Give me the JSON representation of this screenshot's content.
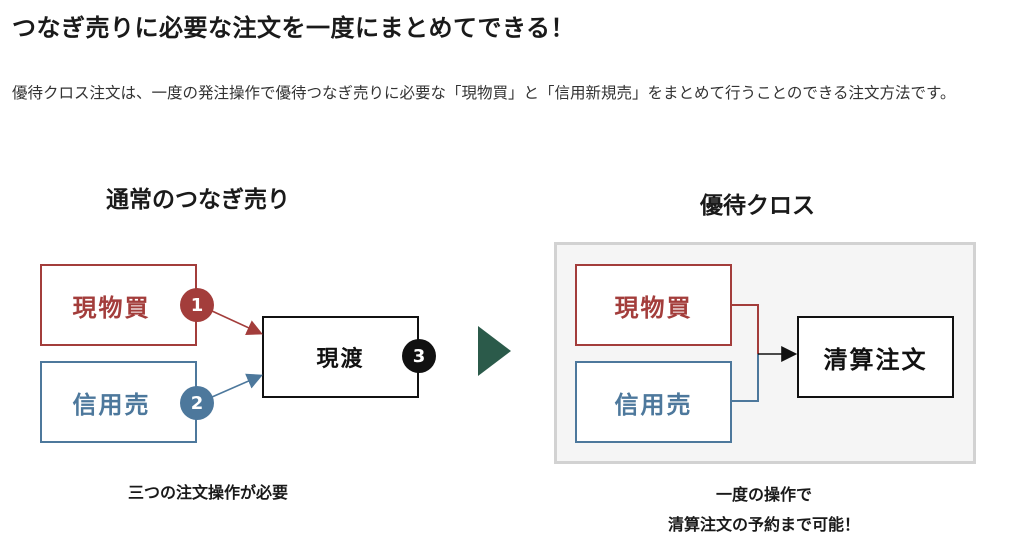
{
  "title": "つなぎ売りに必要な注文を一度にまとめてできる！",
  "description": "優待クロス注文は、一度の発注操作で優待つなぎ売りに必要な「現物買」と「信用新規売」をまとめて行うことのできる注文方法です。",
  "colors": {
    "buy": "#a33d3b",
    "sell": "#4d789c",
    "arrow": "#2b5a4a",
    "panel_bg": "#f5f5f5"
  },
  "left_diagram": {
    "heading": "通常のつなぎ売り",
    "buy_box": "現物買",
    "sell_box": "信用売",
    "target_box": "現渡",
    "badges": [
      "1",
      "2",
      "3"
    ],
    "caption": "三つの注文操作が必要"
  },
  "right_diagram": {
    "heading": "優待クロス",
    "buy_box": "現物買",
    "sell_box": "信用売",
    "target_box": "清算注文",
    "caption_lines": [
      "一度の操作で",
      "清算注文の予約まで可能！"
    ]
  },
  "transition_icon": "play-triangle-icon"
}
